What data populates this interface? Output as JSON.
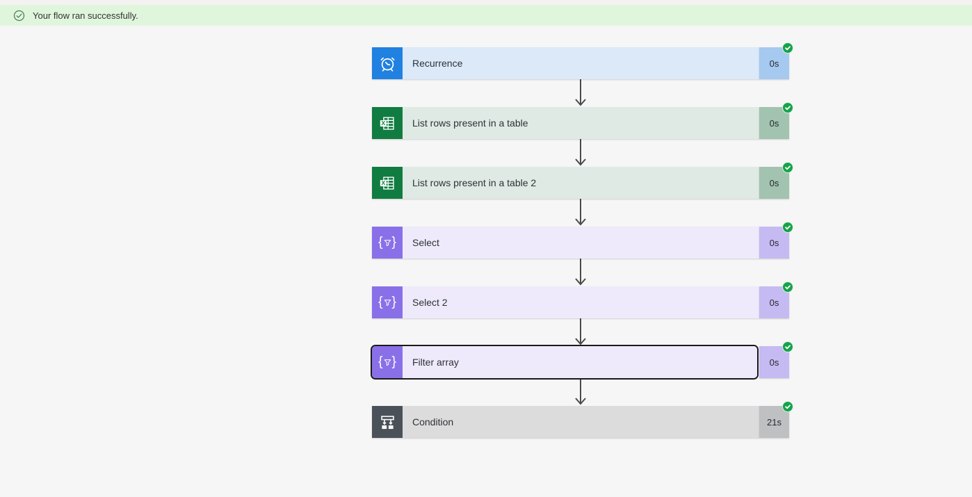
{
  "banner": {
    "message": "Your flow ran successfully.",
    "background": "#dff6dd",
    "icon_color": "#4f7b58",
    "text_color": "#323130"
  },
  "flow": {
    "arrow_color": "#4a4a48",
    "status_badge": {
      "color": "#16a34a",
      "status": "succeeded"
    },
    "selected_outline_color": "#1b1a19",
    "nodes": [
      {
        "title": "Recurrence",
        "duration": "0s",
        "type": "recurrence-trigger",
        "status": "succeeded",
        "selected": false,
        "accent": "#2181e0",
        "body_bg": "#dbe9f9",
        "duration_bg": "#a6c9f0"
      },
      {
        "title": "List rows present in a table",
        "duration": "0s",
        "type": "excel-action",
        "status": "succeeded",
        "selected": false,
        "accent": "#107c41",
        "body_bg": "#e0eae4",
        "duration_bg": "#a2c3af"
      },
      {
        "title": "List rows present in a table 2",
        "duration": "0s",
        "type": "excel-action",
        "status": "succeeded",
        "selected": false,
        "accent": "#107c41",
        "body_bg": "#e0eae4",
        "duration_bg": "#a2c3af"
      },
      {
        "title": "Select",
        "duration": "0s",
        "type": "data-operation",
        "status": "succeeded",
        "selected": false,
        "accent": "#8a70e8",
        "body_bg": "#eeeafb",
        "duration_bg": "#c6baf2"
      },
      {
        "title": "Select 2",
        "duration": "0s",
        "type": "data-operation",
        "status": "succeeded",
        "selected": false,
        "accent": "#8a70e8",
        "body_bg": "#eeeafb",
        "duration_bg": "#c6baf2"
      },
      {
        "title": "Filter array",
        "duration": "0s",
        "type": "data-operation",
        "status": "succeeded",
        "selected": true,
        "accent": "#8a70e8",
        "body_bg": "#eeeafb",
        "duration_bg": "#c6baf2"
      },
      {
        "title": "Condition",
        "duration": "21s",
        "type": "condition-control",
        "status": "succeeded",
        "selected": false,
        "accent": "#4a5158",
        "body_bg": "#dcdcdd",
        "duration_bg": "#bfc0c2"
      }
    ]
  }
}
